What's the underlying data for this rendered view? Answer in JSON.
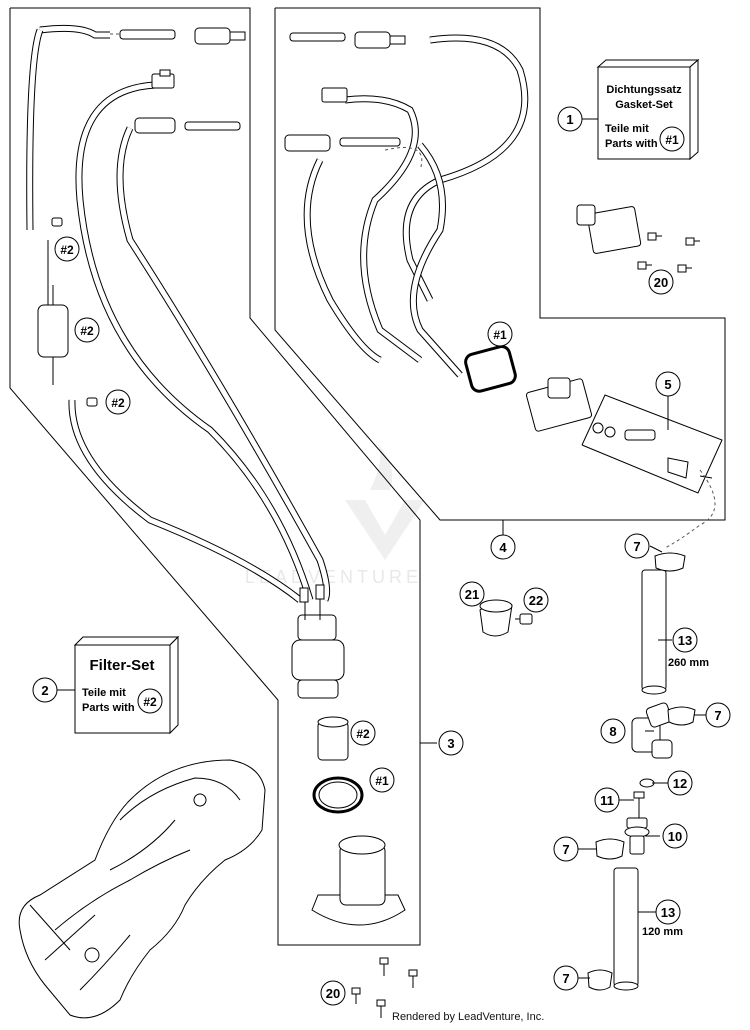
{
  "watermark": "LEADVENTURE",
  "footer": "Rendered by LeadVenture, Inc.",
  "gasket_box": {
    "title_de": "Dichtungssatz",
    "title_en": "Gasket-Set",
    "line1": "Teile mit",
    "line2": "Parts with",
    "ref": "#1"
  },
  "filter_box": {
    "title": "Filter-Set",
    "line1": "Teile mit",
    "line2": "Parts with",
    "ref": "#2"
  },
  "callouts": {
    "c1": "1",
    "c2": "2",
    "c3": "3",
    "c4": "4",
    "c5": "5",
    "c7a": "7",
    "c7b": "7",
    "c7c": "7",
    "c7d": "7",
    "c8": "8",
    "c10": "10",
    "c11": "11",
    "c12": "12",
    "c13a": "13",
    "c13b": "13",
    "c20a": "20",
    "c20b": "20",
    "c21": "21",
    "c22": "22"
  },
  "refs": {
    "r2a": "#2",
    "r2b": "#2",
    "r2c": "#2",
    "r2d": "#2",
    "r1a": "#1",
    "r1b": "#1"
  },
  "dims": {
    "hose_upper": "260 mm",
    "hose_lower": "120 mm"
  }
}
